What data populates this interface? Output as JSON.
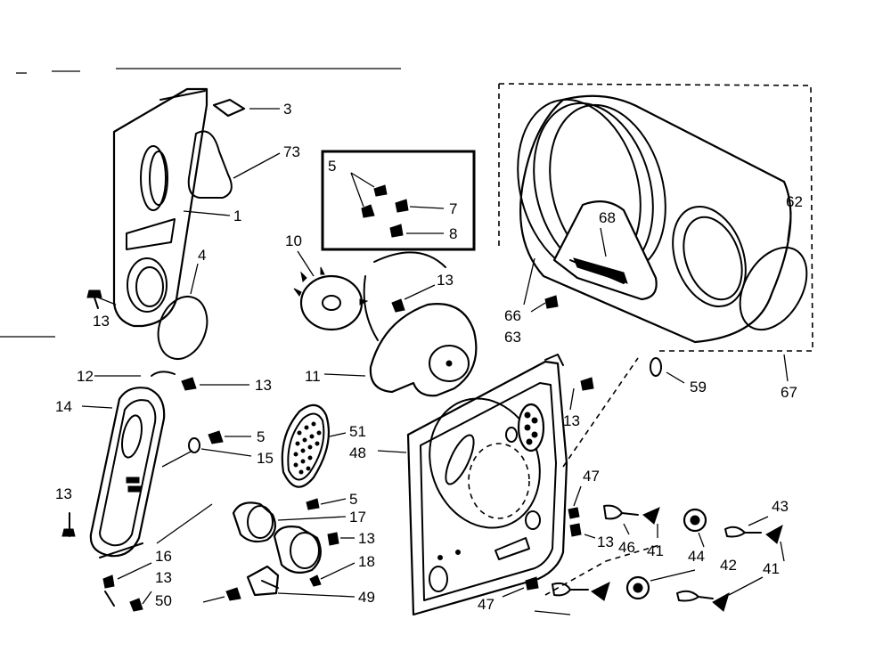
{
  "labels": [
    {
      "id": "3",
      "text": "3"
    },
    {
      "id": "73",
      "text": "73"
    },
    {
      "id": "1",
      "text": "1"
    },
    {
      "id": "4",
      "text": "4"
    },
    {
      "id": "13a",
      "text": "13"
    },
    {
      "id": "5a",
      "text": "5"
    },
    {
      "id": "7",
      "text": "7"
    },
    {
      "id": "8",
      "text": "8"
    },
    {
      "id": "10",
      "text": "10"
    },
    {
      "id": "13b",
      "text": "13"
    },
    {
      "id": "11",
      "text": "11"
    },
    {
      "id": "12",
      "text": "12"
    },
    {
      "id": "13c",
      "text": "13"
    },
    {
      "id": "14",
      "text": "14"
    },
    {
      "id": "5b",
      "text": "5"
    },
    {
      "id": "15",
      "text": "15"
    },
    {
      "id": "51",
      "text": "51"
    },
    {
      "id": "48",
      "text": "48"
    },
    {
      "id": "5c",
      "text": "5"
    },
    {
      "id": "17",
      "text": "17"
    },
    {
      "id": "13d",
      "text": "13"
    },
    {
      "id": "13e",
      "text": "13"
    },
    {
      "id": "18",
      "text": "18"
    },
    {
      "id": "16",
      "text": "16"
    },
    {
      "id": "13f",
      "text": "13"
    },
    {
      "id": "50",
      "text": "50"
    },
    {
      "id": "49",
      "text": "49"
    },
    {
      "id": "13g",
      "text": "13"
    },
    {
      "id": "47a",
      "text": "47"
    },
    {
      "id": "13h",
      "text": "13"
    },
    {
      "id": "46",
      "text": "46"
    },
    {
      "id": "41a",
      "text": "41"
    },
    {
      "id": "44",
      "text": "44"
    },
    {
      "id": "42",
      "text": "42"
    },
    {
      "id": "43",
      "text": "43"
    },
    {
      "id": "41b",
      "text": "41"
    },
    {
      "id": "47b",
      "text": "47"
    },
    {
      "id": "68",
      "text": "68"
    },
    {
      "id": "62",
      "text": "62"
    },
    {
      "id": "66",
      "text": "66"
    },
    {
      "id": "63",
      "text": "63"
    },
    {
      "id": "59",
      "text": "59"
    },
    {
      "id": "67",
      "text": "67"
    }
  ]
}
